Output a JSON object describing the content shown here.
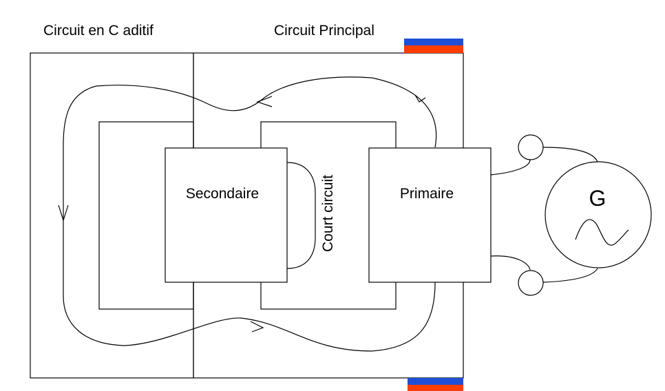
{
  "labels": {
    "circuit_additif": "Circuit en C aditif",
    "circuit_principal": "Circuit Principal",
    "secondaire": "Secondaire",
    "primaire": "Primaire",
    "court_circuit": "Court circuit",
    "generator": "G"
  },
  "colors": {
    "line": "#000000",
    "band_blue": "#1f4fd6",
    "band_red": "#ff3d00",
    "background": "#ffffff"
  }
}
